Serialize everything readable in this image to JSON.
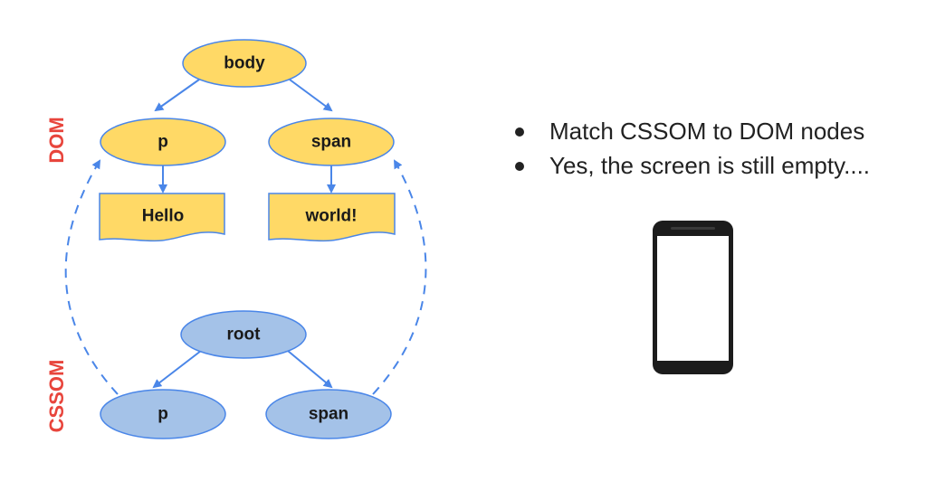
{
  "diagram": {
    "dom_label": "DOM",
    "cssom_label": "CSSOM",
    "dom_nodes": {
      "body": "body",
      "p": "p",
      "span": "span",
      "hello": "Hello",
      "world": "world!"
    },
    "cssom_nodes": {
      "root": "root",
      "p": "p",
      "span": "span"
    },
    "colors": {
      "dom_fill": "#FFD966",
      "cssom_fill": "#A4C2E8",
      "arrow": "#4A86E8",
      "label": "#E8453C"
    }
  },
  "bullets": [
    "Match CSSOM to DOM nodes",
    "Yes, the screen is still empty...."
  ],
  "phone_icon": "smartphone-icon"
}
